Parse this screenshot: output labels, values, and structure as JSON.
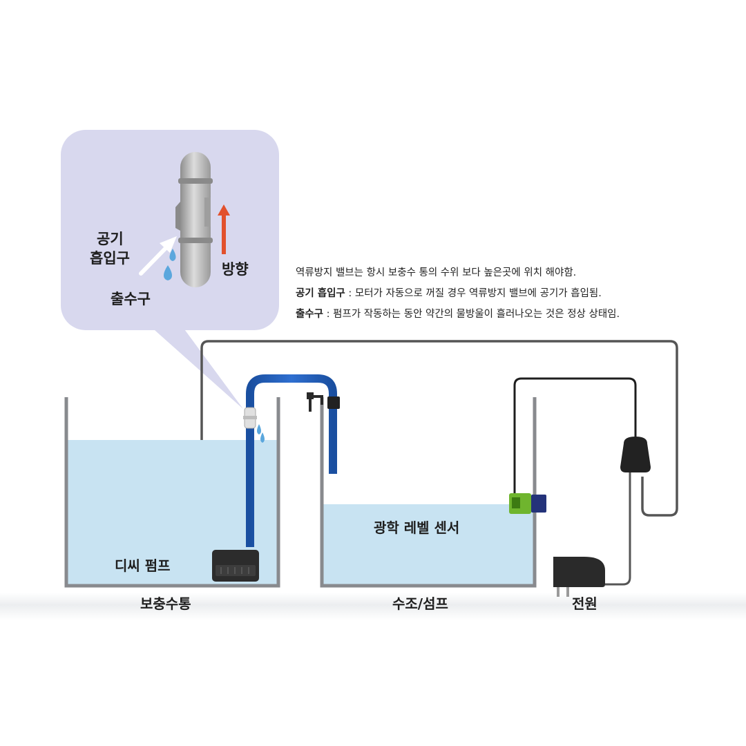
{
  "callout": {
    "air_inlet_line1": "공기",
    "air_inlet_line2": "흡입구",
    "outlet": "출수구",
    "direction": "방향"
  },
  "notes": [
    {
      "term": "",
      "text": "역류방지 밸브는 항시 보충수 통의 수위 보다 높은곳에 위치 해야함."
    },
    {
      "term": "공기 흡입구",
      "text": " : 모터가 자동으로 꺼질 경우 역류방지 밸브에 공기가 흡입됨."
    },
    {
      "term": "출수구",
      "text": " :  펌프가 작동하는 동안 약간의 물방울이 흘러나오는 것은 정상 상태임."
    }
  ],
  "labels": {
    "pump": "디씨 펌프",
    "sensor": "광학 레벨 센서",
    "reservoir": "보충수통",
    "tank": "수조/섬프",
    "power": "전원"
  },
  "colors": {
    "callout_bg": "#d8d8ee",
    "water": "#c8e3f2",
    "tube": "#1f5bb5",
    "tank_wall": "#888a8e",
    "cable": "#555555",
    "direction_arrow": "#e2512d",
    "sensor": "#6fb52e"
  }
}
